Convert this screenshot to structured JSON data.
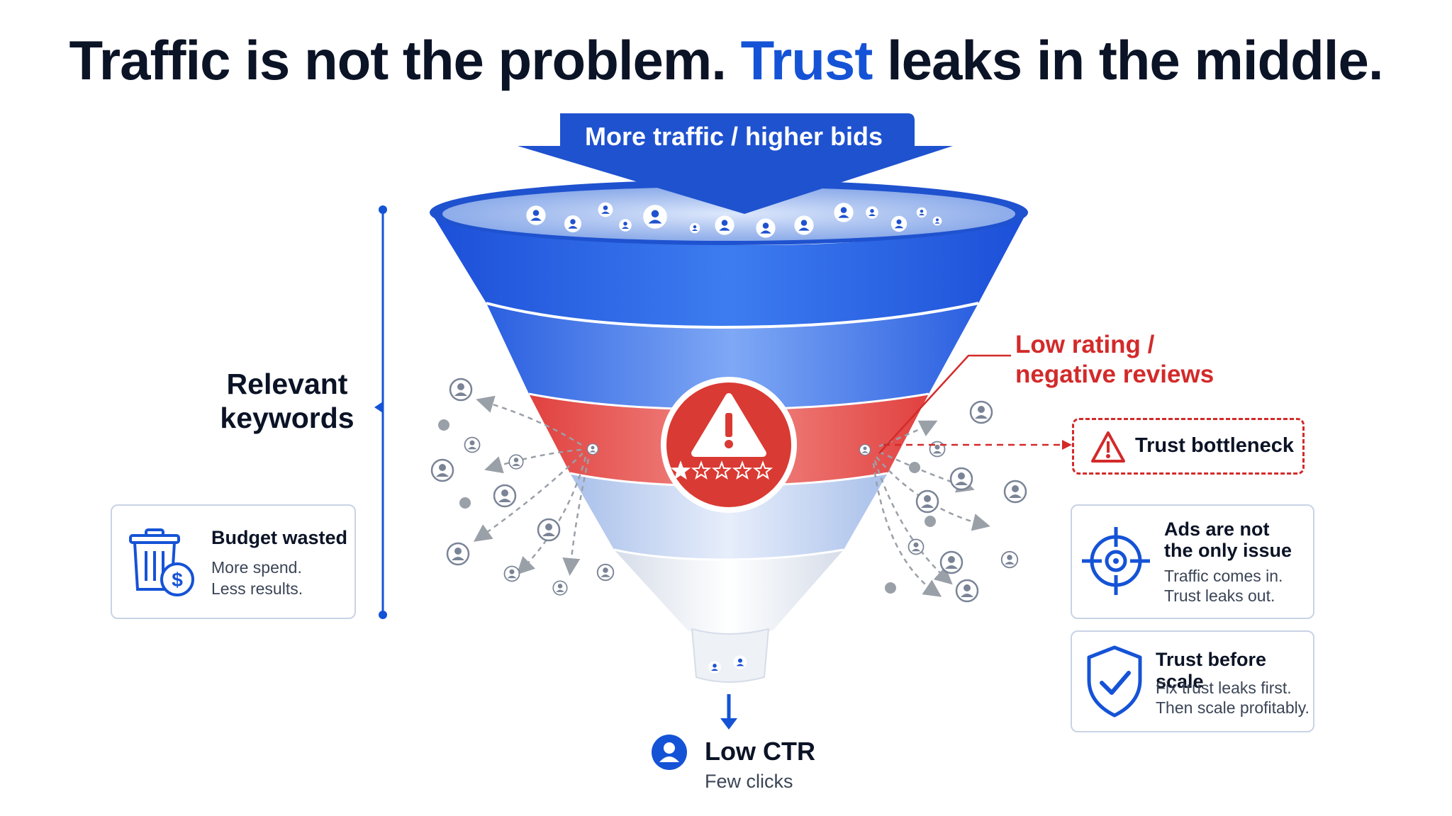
{
  "headline": {
    "before": "Traffic is not the problem. ",
    "accent": "Trust",
    "after": " leaks in the middle."
  },
  "top_arrow": {
    "label": "More traffic / higher bids"
  },
  "bracket": {
    "label_line1": "Relevant",
    "label_line2": "keywords"
  },
  "callout": {
    "line1": "Low rating /",
    "line2": "negative reviews"
  },
  "warning_badge": {
    "icon": "warning-triangle-icon",
    "stars_rating": 1,
    "stars_total": 5
  },
  "bottleneck": {
    "icon": "warning-icon",
    "label": "Trust bottleneck"
  },
  "cards": {
    "budget": {
      "icon": "trash-dollar-icon",
      "title": "Budget wasted",
      "line1": "More spend.",
      "line2": "Less results."
    },
    "ads": {
      "icon": "target-icon",
      "title_line1": "Ads are not",
      "title_line2": "the only issue",
      "line1": "Traffic comes in.",
      "line2": "Trust leaks out."
    },
    "trust": {
      "icon": "shield-check-icon",
      "title": "Trust before scale",
      "line1": "Fix trust leaks first.",
      "line2": "Then scale profitably."
    }
  },
  "outcome": {
    "icon": "user-icon",
    "title": "Low CTR",
    "subtitle": "Few clicks"
  },
  "colors": {
    "blue": "#1553d6",
    "red": "#d32a2a",
    "dark": "#0b1326",
    "gray": "#9ca3af"
  }
}
